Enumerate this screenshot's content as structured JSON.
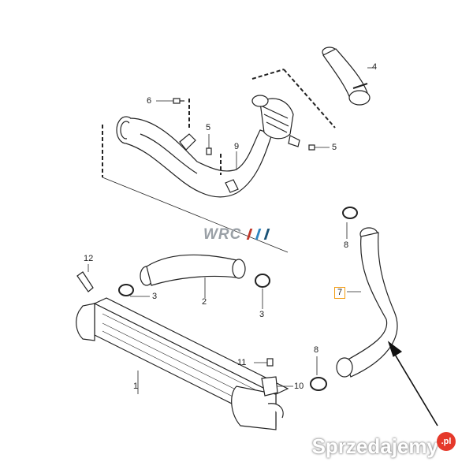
{
  "callouts": {
    "c1": "1",
    "c2": "2",
    "c3a": "3",
    "c3b": "3",
    "c4": "4",
    "c5a": "5",
    "c5b": "5",
    "c6": "6",
    "c7": "7",
    "c8a": "8",
    "c8b": "8",
    "c9": "9",
    "c10": "10",
    "c11": "11",
    "c12": "12"
  },
  "watermark": {
    "brand_text": "WRC",
    "brand_bar_colors": [
      "#c0392b",
      "#2e86c1",
      "#1a5276"
    ]
  },
  "site_watermark": {
    "text": "Sprzedajemy",
    "badge": ".pl"
  },
  "colors": {
    "line": "#222222",
    "highlight_box": "#f39c12",
    "arrow": "#111111"
  }
}
